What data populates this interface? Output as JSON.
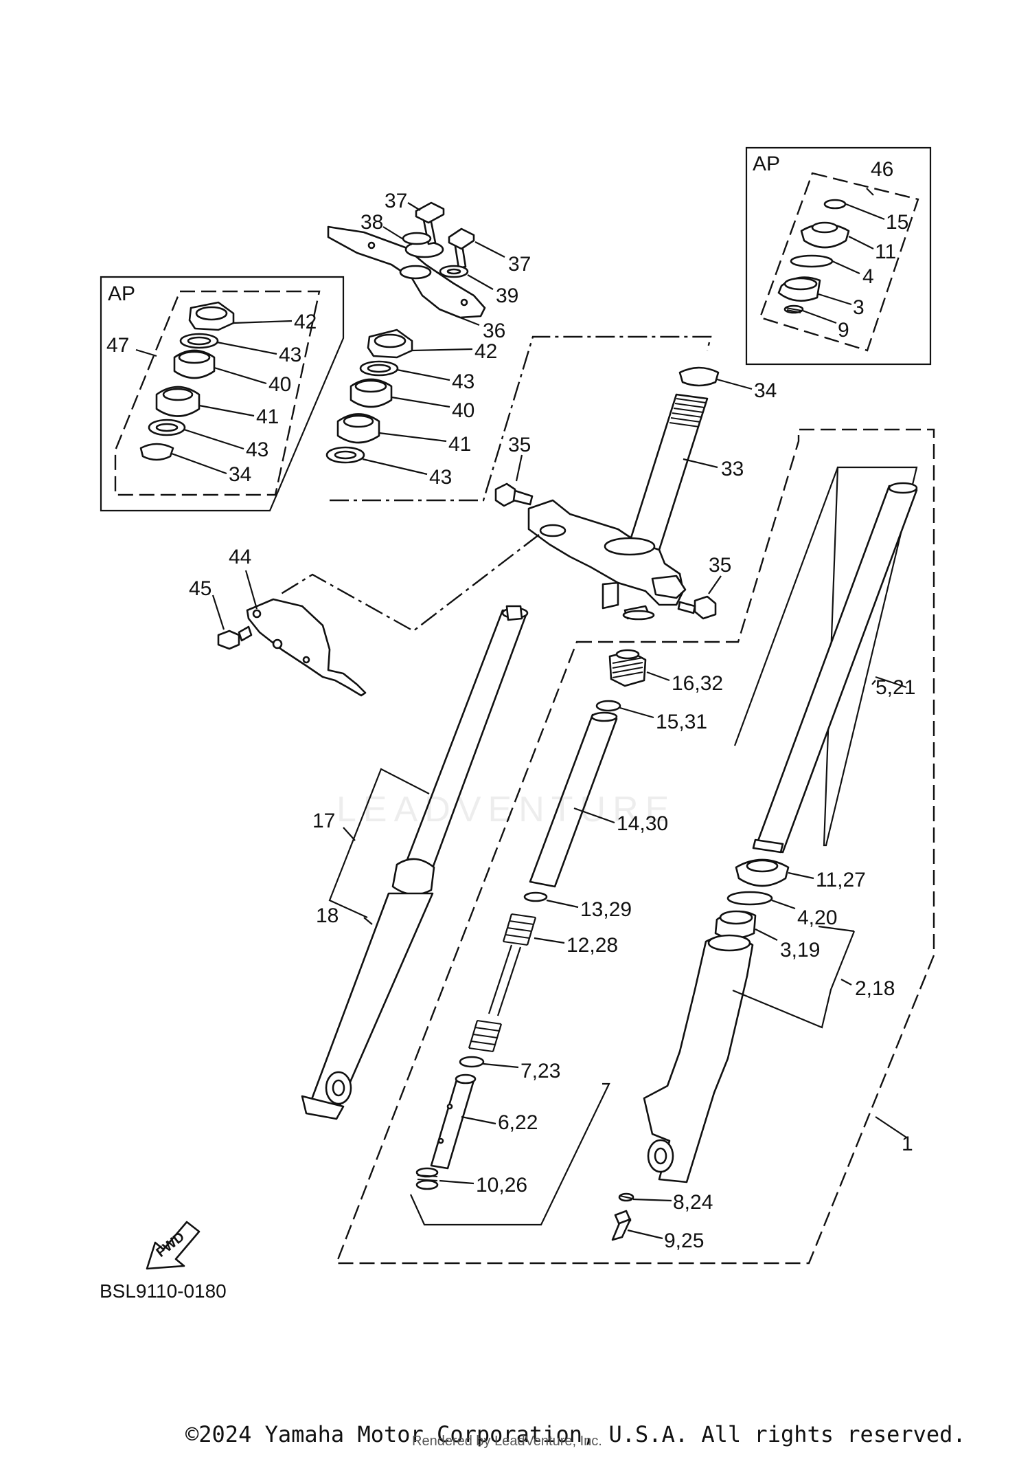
{
  "diagram": {
    "diagram_code": "BSL9110-0180",
    "fwd_label": "FWD",
    "ap_box_left": {
      "title": "AP",
      "kit_number": "47"
    },
    "ap_box_right": {
      "title": "AP",
      "kit_number": "46"
    },
    "callouts": [
      {
        "id": "c37a",
        "text": "37"
      },
      {
        "id": "c38",
        "text": "38"
      },
      {
        "id": "c37b",
        "text": "37"
      },
      {
        "id": "c39",
        "text": "39"
      },
      {
        "id": "c36",
        "text": "36"
      },
      {
        "id": "c42L",
        "text": "42"
      },
      {
        "id": "c43L1",
        "text": "43"
      },
      {
        "id": "c40L",
        "text": "40"
      },
      {
        "id": "c41L",
        "text": "41"
      },
      {
        "id": "c43L2",
        "text": "43"
      },
      {
        "id": "c34L",
        "text": "34"
      },
      {
        "id": "c42M",
        "text": "42"
      },
      {
        "id": "c43M1",
        "text": "43"
      },
      {
        "id": "c40M",
        "text": "40"
      },
      {
        "id": "c41M",
        "text": "41"
      },
      {
        "id": "c43M2",
        "text": "43"
      },
      {
        "id": "c15R",
        "text": "15"
      },
      {
        "id": "c11R",
        "text": "11"
      },
      {
        "id": "c4R",
        "text": "4"
      },
      {
        "id": "c3R",
        "text": "3"
      },
      {
        "id": "c9R",
        "text": "9"
      },
      {
        "id": "c34M",
        "text": "34"
      },
      {
        "id": "c33",
        "text": "33"
      },
      {
        "id": "c35a",
        "text": "35"
      },
      {
        "id": "c35b",
        "text": "35"
      },
      {
        "id": "c44",
        "text": "44"
      },
      {
        "id": "c45",
        "text": "45"
      },
      {
        "id": "c16_32",
        "text": "16,32"
      },
      {
        "id": "c15_31",
        "text": "15,31"
      },
      {
        "id": "c5_21",
        "text": "5,21"
      },
      {
        "id": "c17",
        "text": "17"
      },
      {
        "id": "c14_30",
        "text": "14,30"
      },
      {
        "id": "c11_27",
        "text": "11,27"
      },
      {
        "id": "c18",
        "text": "18"
      },
      {
        "id": "c13_29",
        "text": "13,29"
      },
      {
        "id": "c4_20",
        "text": "4,20"
      },
      {
        "id": "c12_28",
        "text": "12,28"
      },
      {
        "id": "c3_19",
        "text": "3,19"
      },
      {
        "id": "c2_18",
        "text": "2,18"
      },
      {
        "id": "c7_23",
        "text": "7,23"
      },
      {
        "id": "c6_22",
        "text": "6,22"
      },
      {
        "id": "c1",
        "text": "1"
      },
      {
        "id": "c8_24",
        "text": "8,24"
      },
      {
        "id": "c9_25",
        "text": "9,25"
      },
      {
        "id": "c10_26",
        "text": "10,26"
      }
    ]
  },
  "footer": {
    "copyright": "©2024 Yamaha Motor Corporation, U.S.A. All rights reserved.",
    "rendered_by": "Rendered by LeadVenture, Inc."
  },
  "watermark": {
    "text": "LEADVENTURE"
  }
}
